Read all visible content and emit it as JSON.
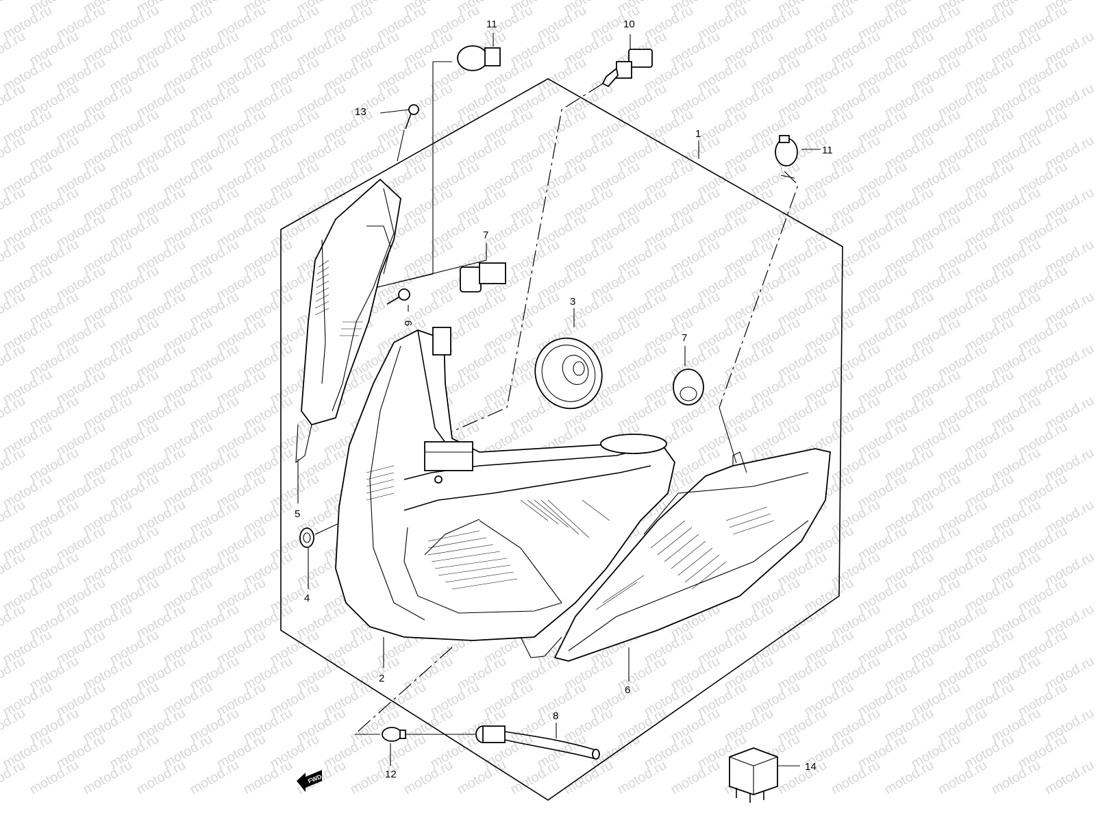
{
  "watermark": "motod.ru",
  "fwd_label": "FWD",
  "callouts": {
    "c1": "1",
    "c2": "2",
    "c3": "3",
    "c4": "4",
    "c5": "5",
    "c6": "6",
    "c7a": "7",
    "c7b": "7",
    "c8": "8",
    "c9": "9",
    "c10": "10",
    "c11a": "11",
    "c11b": "11",
    "c12": "12",
    "c13": "13",
    "c14": "14"
  }
}
